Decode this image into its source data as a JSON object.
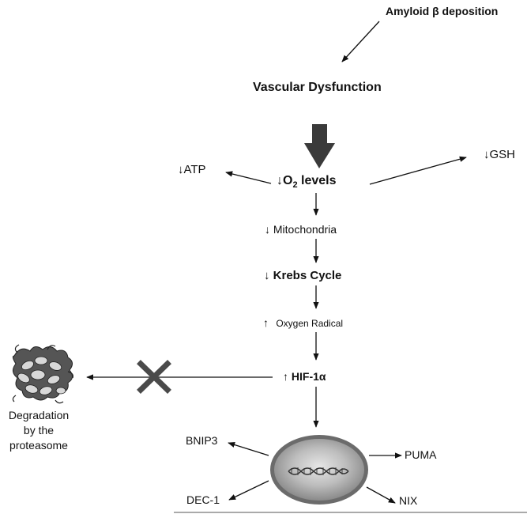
{
  "nodes": {
    "amyloid": "Amyloid β deposition",
    "vascular": "Vascular Dysfunction",
    "atp": "ATP",
    "gsh": "GSH",
    "o2": {
      "symbol": "O",
      "subscript": "2",
      "suffix": " levels"
    },
    "mitochondria": "Mitochondria",
    "krebs": "Krebs Cycle",
    "oxygen_radical": "Oxygen Radical",
    "hif": "HIF-1α",
    "degradation": [
      "Degradation",
      "by the",
      "proteasome"
    ],
    "bnip3": "BNIP3",
    "puma": "PUMA",
    "dec1": "DEC-1",
    "nix": "NIX"
  },
  "symbols": {
    "down": "↓",
    "up": "↑"
  },
  "colors": {
    "text": "#111111",
    "arrow": "#111111",
    "block_arrow": "#3a3a3a",
    "cross": "#4a4a4a",
    "nucleus_fill": "#a9a9a9",
    "nucleus_ring": "#6b6b6b"
  },
  "icons": {
    "proteasome": "proteasome-icon",
    "nucleus": "nucleus-icon",
    "dna": "dna-helix-icon",
    "blocked": "cross-mark-icon"
  }
}
